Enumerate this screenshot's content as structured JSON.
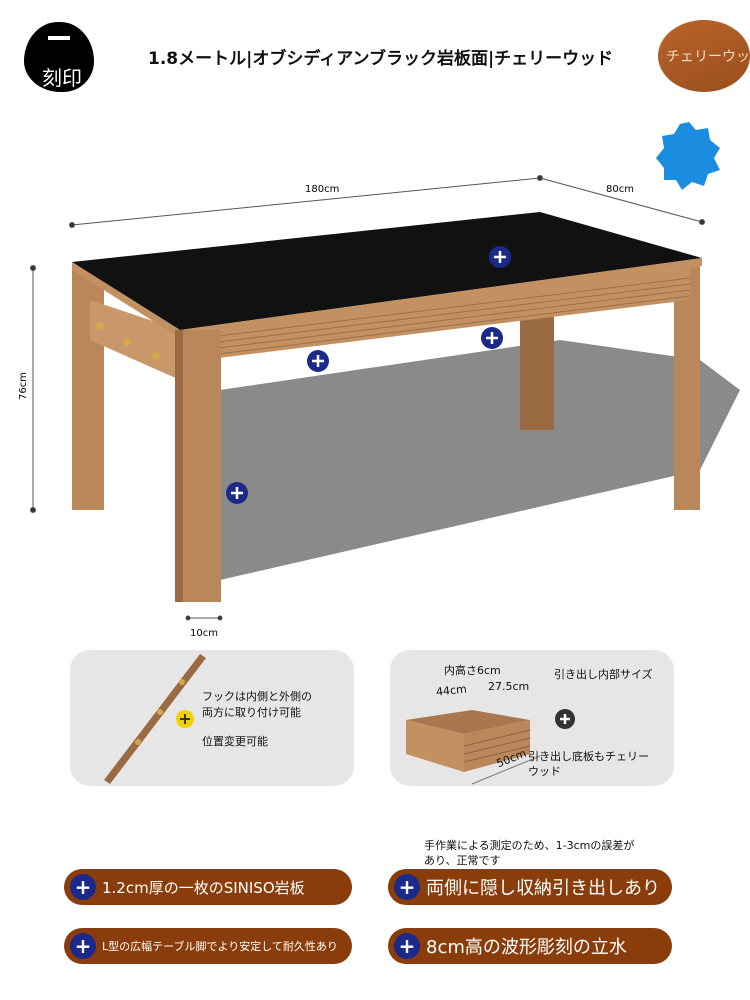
{
  "header": {
    "stamp_label": "刻印",
    "title": "1.8メートル|オブシディアンブラック岩板面|チェリーウッド",
    "swatch_label": "チェリーウッド"
  },
  "dimensions": {
    "length": "180cm",
    "depth": "80cm",
    "height": "76cm",
    "leg_width": "10cm"
  },
  "hook_card": {
    "line1": "フックは内側と外側の",
    "line2": "両方に取り付け可能",
    "line3": "位置変更可能"
  },
  "drawer_card": {
    "inner_height": "内高さ6cm",
    "title": "引き出し内部サイズ",
    "width": "44cm",
    "depth": "27.5cm",
    "length": "50cm",
    "bottom_line1": "引き出し底板もチェリー",
    "bottom_line2": "ウッド"
  },
  "note": {
    "line1": "手作業による測定のため、1-3cmの誤差が",
    "line2": "あり、正常です"
  },
  "features": [
    "1.2cm厚の一枚のSINISO岩板",
    "両側に隠し収納引き出しあり",
    "L型の広幅テーブル脚でより安定して耐久性あり",
    "8cm高の波形彫刻の立水"
  ],
  "colors": {
    "wood": "#b9875a",
    "top": "#111111",
    "pill": "#8a3d0a",
    "plus": "#1b2a8a",
    "swatch_blue": "#1a8de0"
  }
}
